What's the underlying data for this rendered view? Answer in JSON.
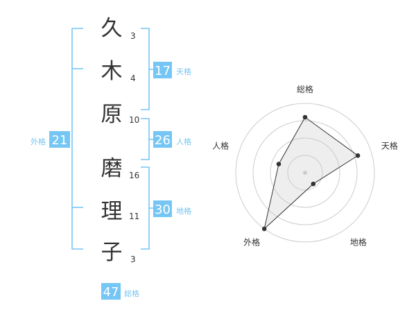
{
  "name": {
    "chars": [
      {
        "char": "久",
        "strokes": "3"
      },
      {
        "char": "木",
        "strokes": "4"
      },
      {
        "char": "原",
        "strokes": "10"
      },
      {
        "char": "磨",
        "strokes": "16"
      },
      {
        "char": "理",
        "strokes": "11"
      },
      {
        "char": "子",
        "strokes": "3"
      }
    ]
  },
  "fortune": {
    "tenkaku": {
      "value": "17",
      "label": "天格"
    },
    "jinkaku": {
      "value": "26",
      "label": "人格"
    },
    "chikaku": {
      "value": "30",
      "label": "地格"
    },
    "gaikaku": {
      "value": "21",
      "label": "外格"
    },
    "soukaku": {
      "value": "47",
      "label": "総格"
    }
  },
  "colors": {
    "accent": "#75c6f4",
    "text": "#333333",
    "ring": "#cccccc"
  },
  "chart_data": {
    "type": "radar",
    "axes": [
      "総格",
      "天格",
      "地格",
      "外格",
      "人格"
    ],
    "values": [
      4,
      4,
      1,
      5,
      2
    ],
    "range": [
      0,
      5
    ],
    "rings": 4
  }
}
